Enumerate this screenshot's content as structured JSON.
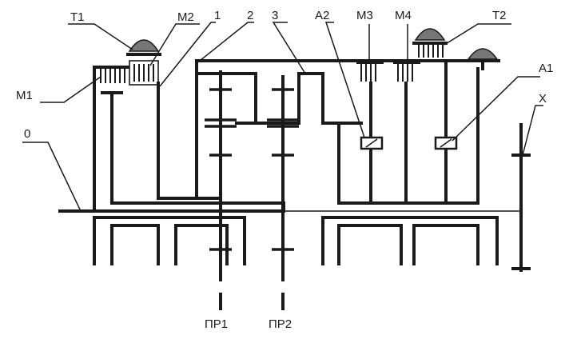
{
  "labels": {
    "t1": "Т1",
    "m2": "М2",
    "n1": "1",
    "n2": "2",
    "n3": "3",
    "a2": "А2",
    "m3": "М3",
    "m4": "М4",
    "t2": "Т2",
    "m1": "М1",
    "a1": "А1",
    "x": "Х",
    "zero": "0",
    "pr1": "ПР1",
    "pr2": "ПР2"
  }
}
